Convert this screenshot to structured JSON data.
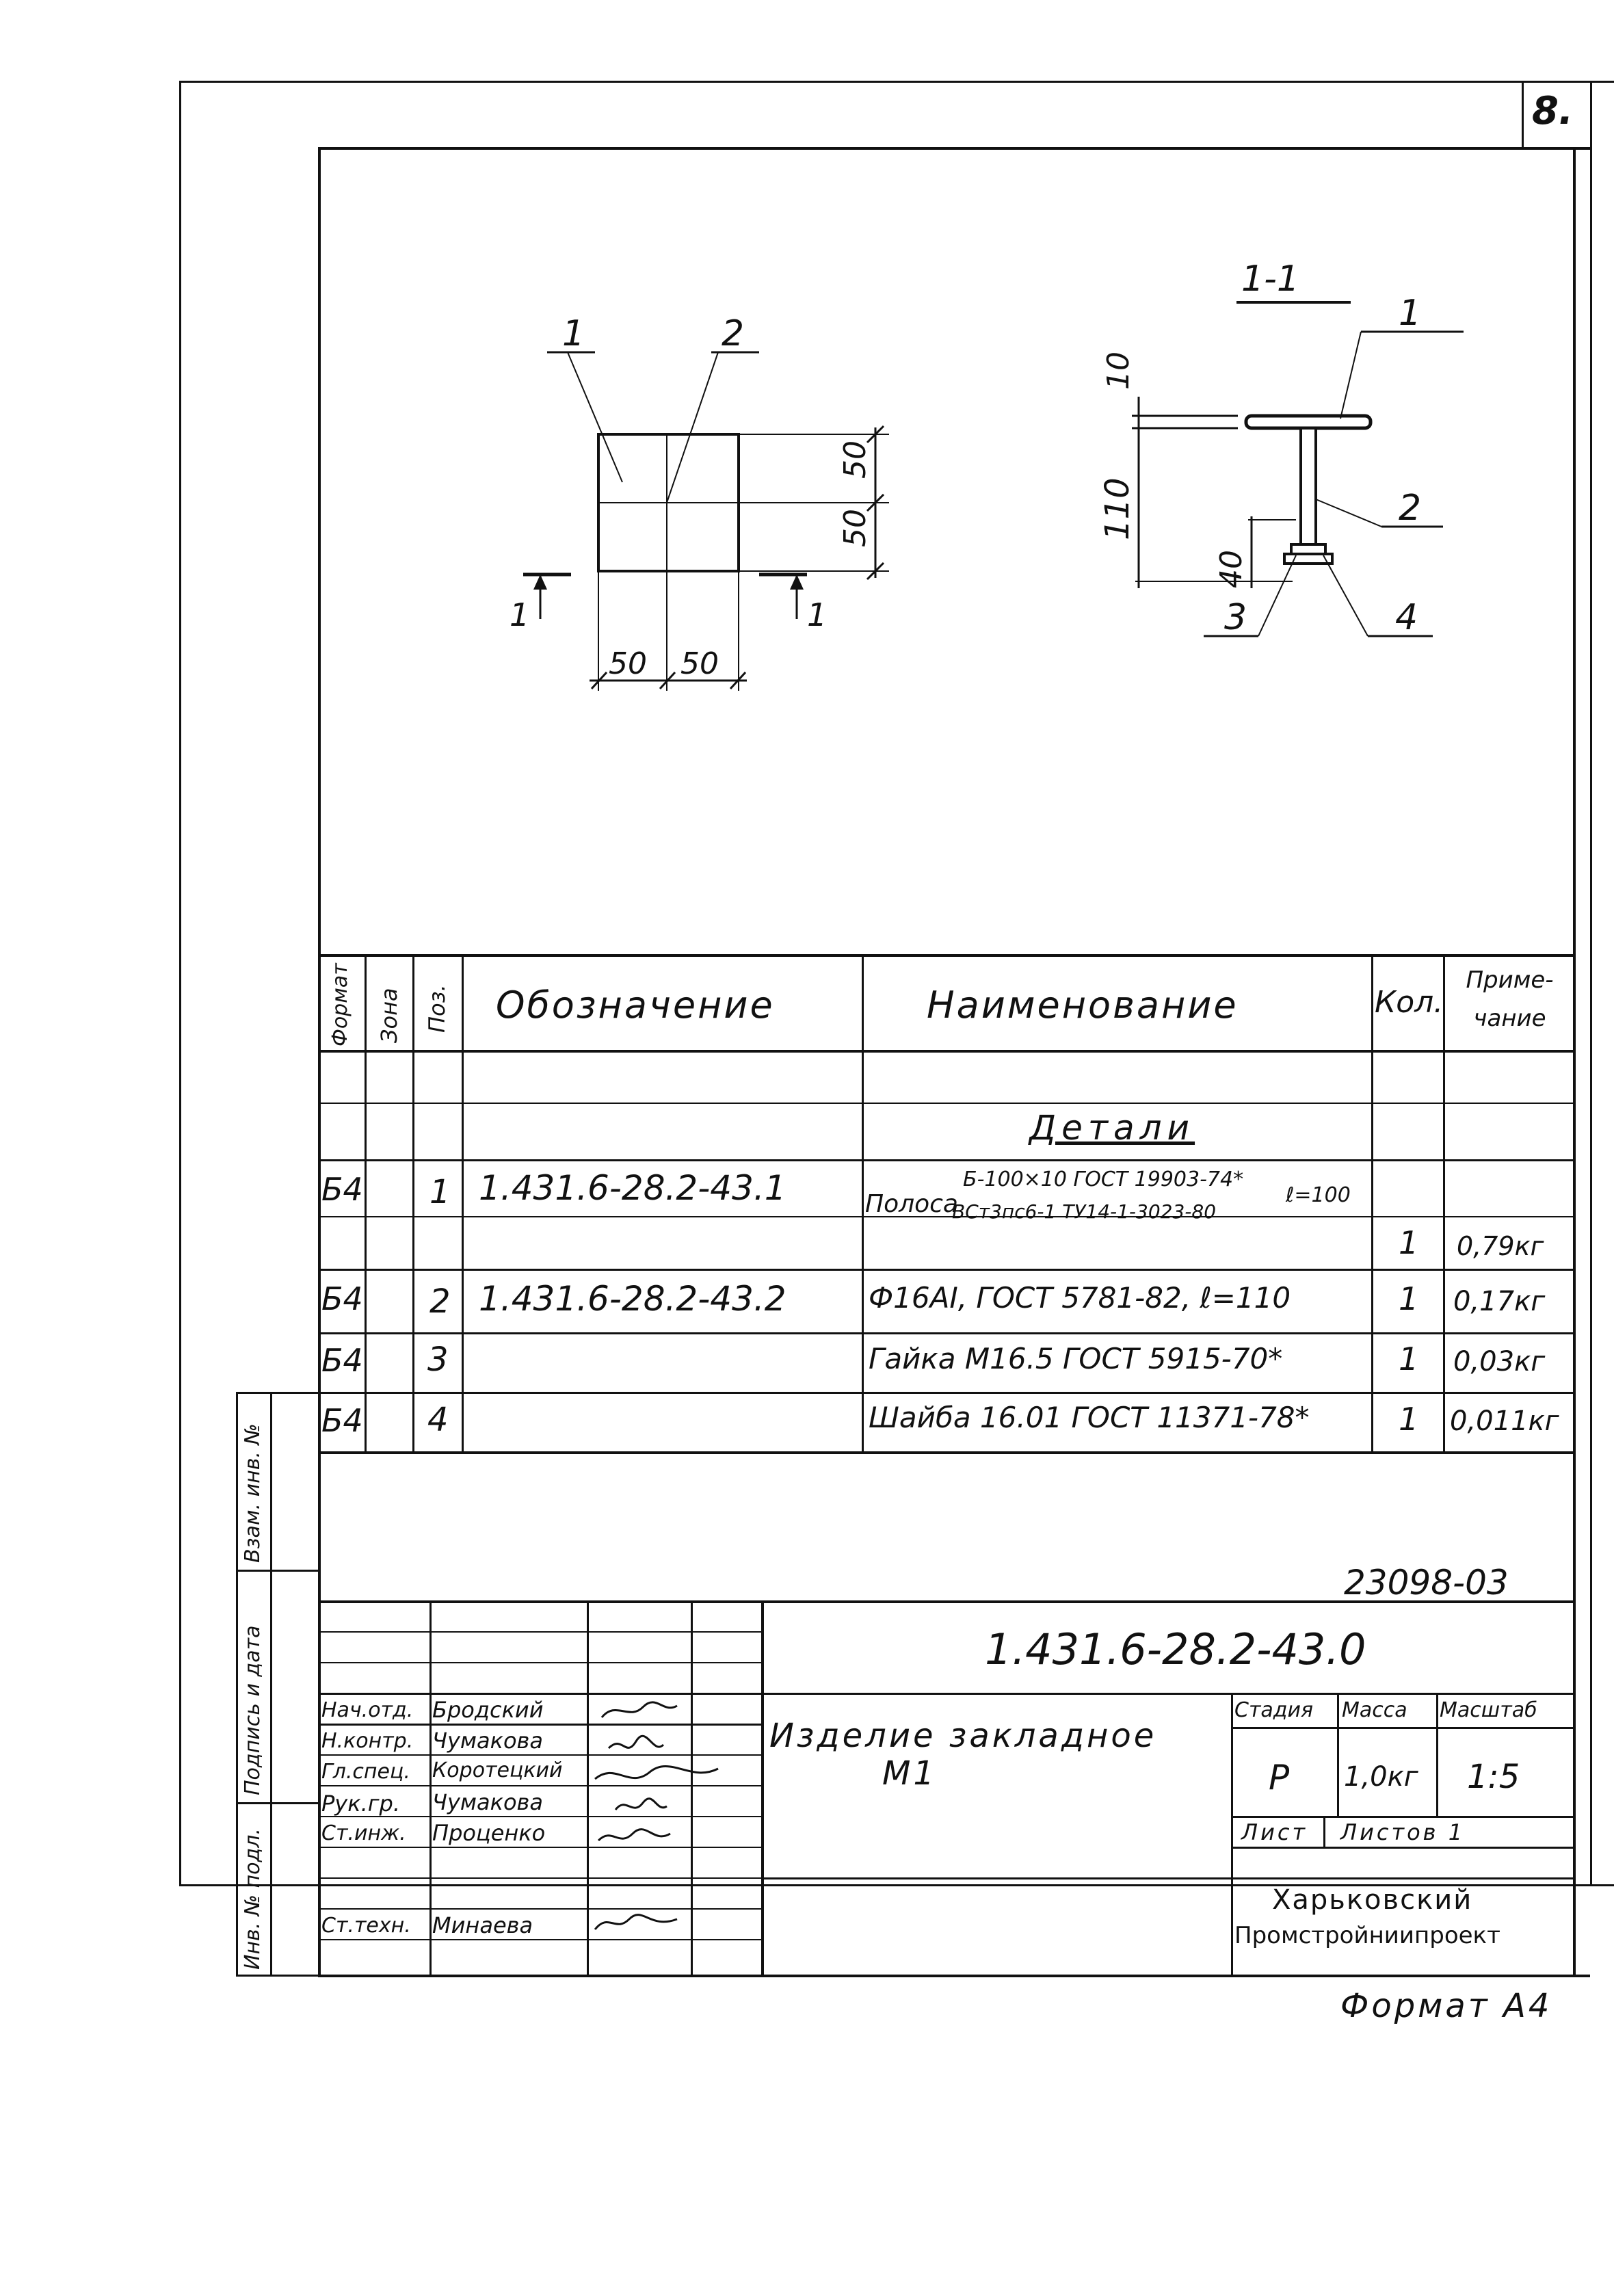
{
  "page_number": "8.",
  "section": {
    "label": "1-1"
  },
  "plan_view": {
    "callouts": [
      "1",
      "2"
    ],
    "dims_right": [
      "50",
      "50"
    ],
    "dims_bottom": [
      "50",
      "50"
    ],
    "cut_marks": [
      "1",
      "1"
    ]
  },
  "section_view": {
    "callouts": [
      "1",
      "2",
      "3",
      "4"
    ],
    "dims": [
      "10",
      "110",
      "40"
    ]
  },
  "table": {
    "headers": {
      "format": "Формат",
      "zone": "Зона",
      "pos": "Поз.",
      "designation": "Обозначение",
      "name": "Наименование",
      "qty": "Кол.",
      "note": "Приме-\nчание"
    },
    "section_title": "Детали",
    "rows": [
      {
        "format": "Б4",
        "pos": "1",
        "designation": "1.431.6-28.2-43.1",
        "name_prefix": "Полоса",
        "name_top": "Б-100×10 ГОСТ 19903-74*",
        "name_bottom": "ВСт3пс6-1 ТУ14-1-3023-80",
        "name_suffix": "ℓ=100",
        "qty": "1",
        "note": "0,79кг"
      },
      {
        "format": "Б4",
        "pos": "2",
        "designation": "1.431.6-28.2-43.2",
        "name": "Ф16АI, ГОСТ 5781-82, ℓ=110",
        "qty": "1",
        "note": "0,17кг"
      },
      {
        "format": "Б4",
        "pos": "3",
        "designation": "",
        "name": "Гайка М16.5 ГОСТ 5915-70*",
        "qty": "1",
        "note": "0,03кг"
      },
      {
        "format": "Б4",
        "pos": "4",
        "designation": "",
        "name": "Шайба 16.01 ГОСТ 11371-78*",
        "qty": "1",
        "note": "0,011кг"
      }
    ]
  },
  "inventory_number": "23098-03",
  "title_block": {
    "document_code": "1.431.6-28.2-43.0",
    "product_name_line1": "Изделие закладное",
    "product_name_line2": "М1",
    "stage_label": "Стадия",
    "mass_label": "Масса",
    "scale_label": "Масштаб",
    "stage": "Р",
    "mass": "1,0кг",
    "scale": "1:5",
    "sheet_label": "Лист",
    "sheets_label": "Листов 1",
    "org_line1": "Харьковский",
    "org_line2": "Промстройниипроект",
    "signers": [
      {
        "role": "Нач.отд.",
        "name": "Бродский"
      },
      {
        "role": "Н.контр.",
        "name": "Чумакова"
      },
      {
        "role": "Гл.спец.",
        "name": "Коротецкий"
      },
      {
        "role": "Рук.гр.",
        "name": "Чумакова"
      },
      {
        "role": "Ст.инж.",
        "name": "Проценко"
      },
      {
        "role": "Ст.техн.",
        "name": "Минаева"
      }
    ]
  },
  "side_stamp": [
    "Инв. № подл.",
    "Подпись и дата",
    "Взам. инв. №"
  ],
  "format_note": "Формат А4"
}
